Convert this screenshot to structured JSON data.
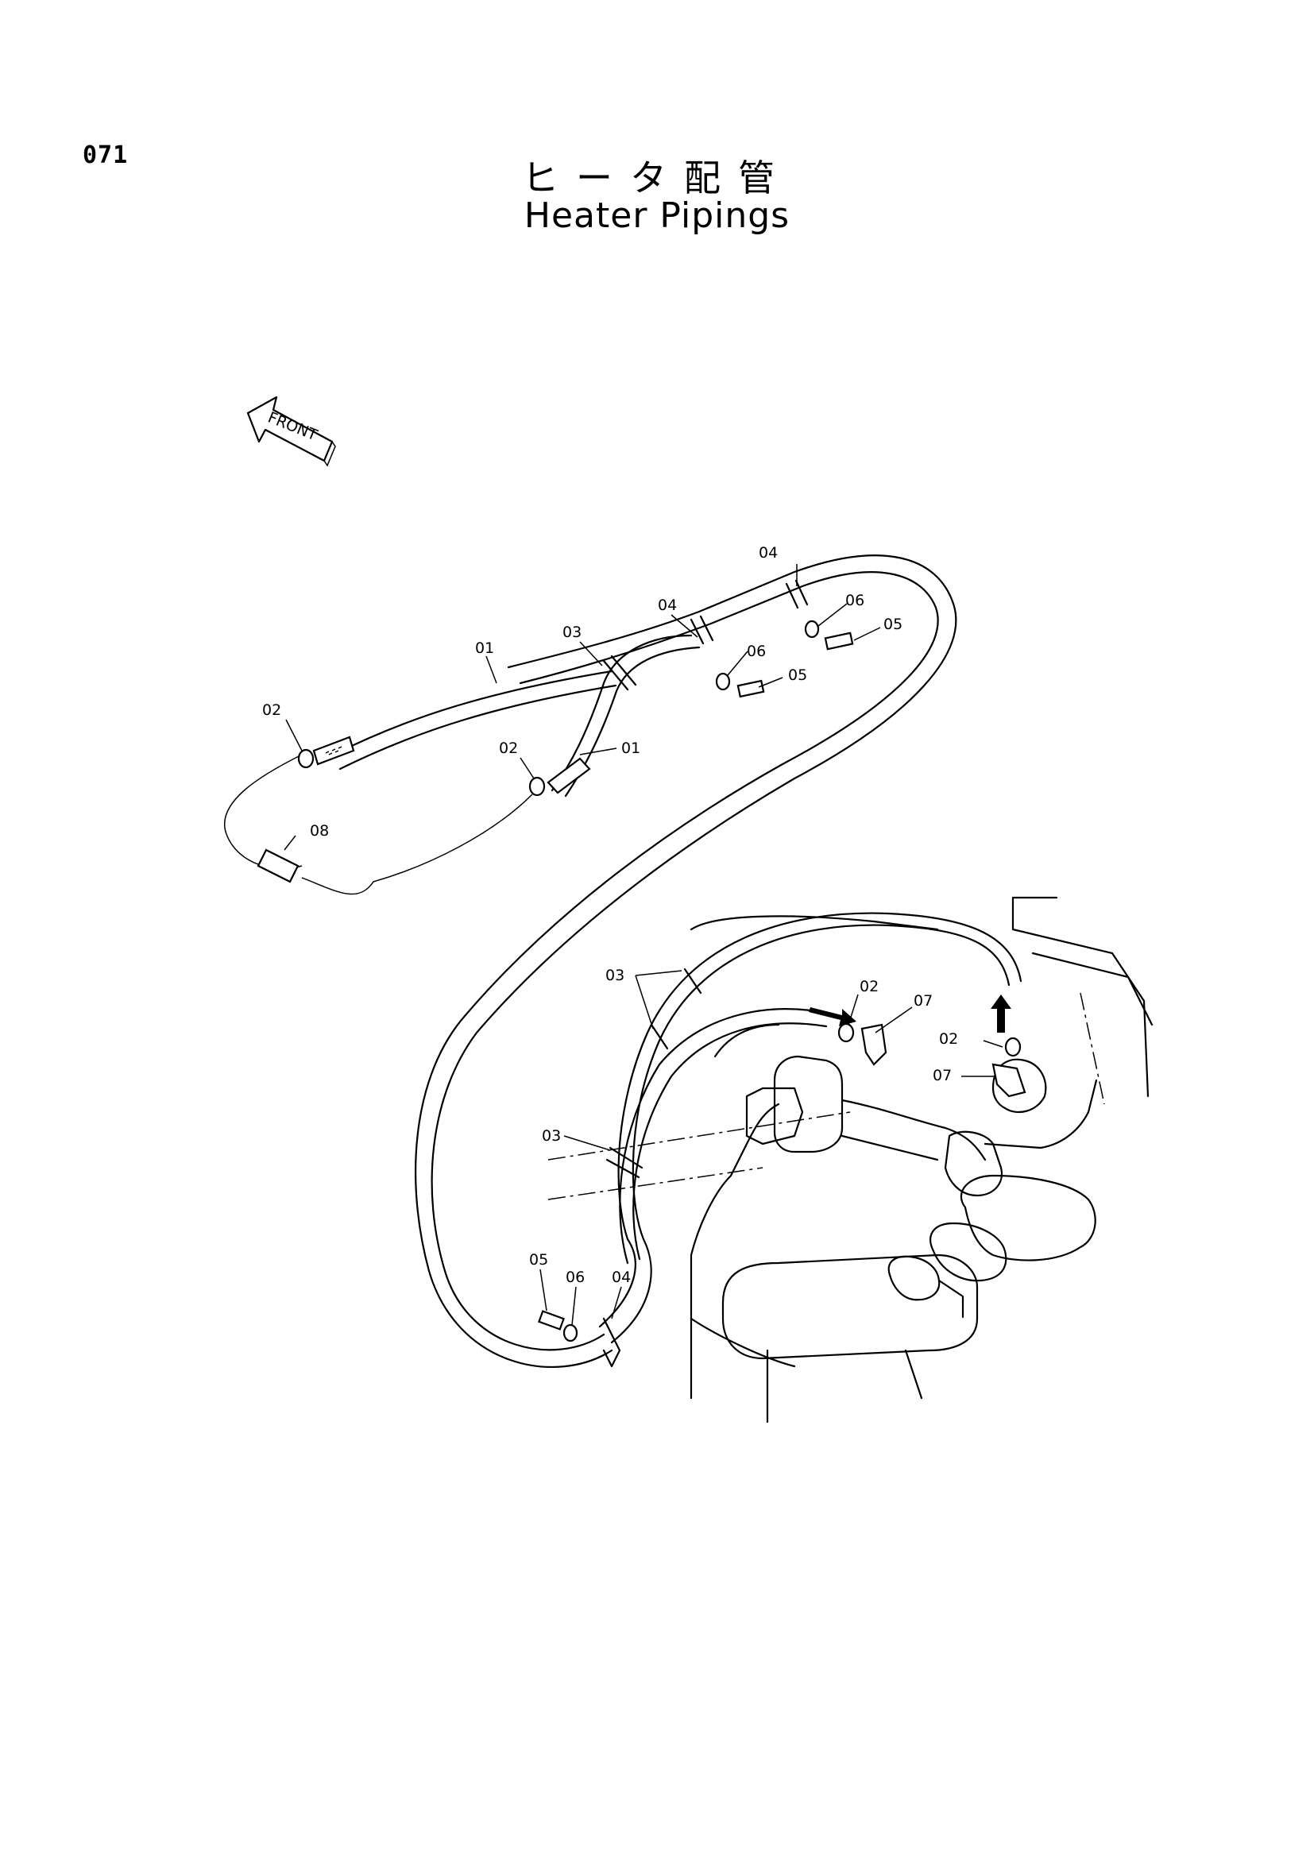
{
  "page": {
    "number": "071",
    "title_jp": "ヒータ配管",
    "title_en": "Heater Pipings"
  },
  "front_arrow": {
    "label": "FRONT"
  },
  "callouts": {
    "c01a": "01",
    "c01b": "01",
    "c02a": "02",
    "c02b": "02",
    "c02c": "02",
    "c02d": "02",
    "c03a": "03",
    "c03b": "03",
    "c03c": "03",
    "c04a": "04",
    "c04b": "04",
    "c04c": "04",
    "c05a": "05",
    "c05b": "05",
    "c05c": "05",
    "c06a": "06",
    "c06b": "06",
    "c06c": "06",
    "c07a": "07",
    "c07b": "07",
    "c08": "08"
  }
}
